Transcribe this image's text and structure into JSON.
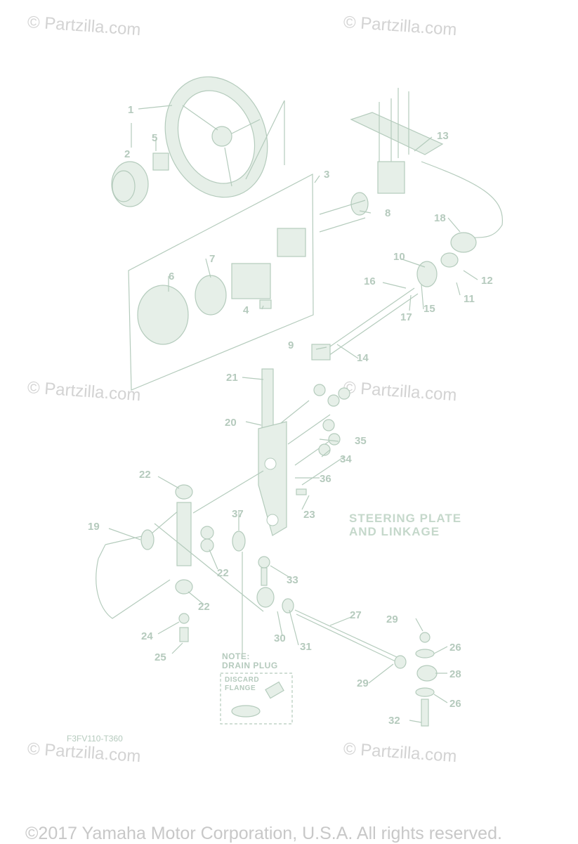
{
  "watermark": "© Partzilla.com",
  "title_lines": [
    "STEERING PLATE",
    "AND LINKAGE"
  ],
  "diagram_code": "F3FV110-T360",
  "note_lines": [
    "NOTE:",
    "DRAIN PLUG"
  ],
  "note_box_lines": [
    "DISCARD",
    "FLANGE"
  ],
  "copyright": "©2017 Yamaha Motor Corporation, U.S.A. All rights reserved.",
  "part_numbers": [
    "1",
    "2",
    "3",
    "4",
    "5",
    "6",
    "7",
    "8",
    "9",
    "10",
    "11",
    "12",
    "13",
    "14",
    "15",
    "16",
    "17",
    "18",
    "19",
    "20",
    "21",
    "22",
    "22",
    "22",
    "23",
    "24",
    "25",
    "26",
    "26",
    "27",
    "28",
    "29",
    "29",
    "30",
    "31",
    "32",
    "33",
    "34",
    "35",
    "36",
    "37"
  ],
  "colors": {
    "line": "#b4cbbc",
    "fill": "#e6efe8",
    "watermark": "#d3d3d3"
  }
}
